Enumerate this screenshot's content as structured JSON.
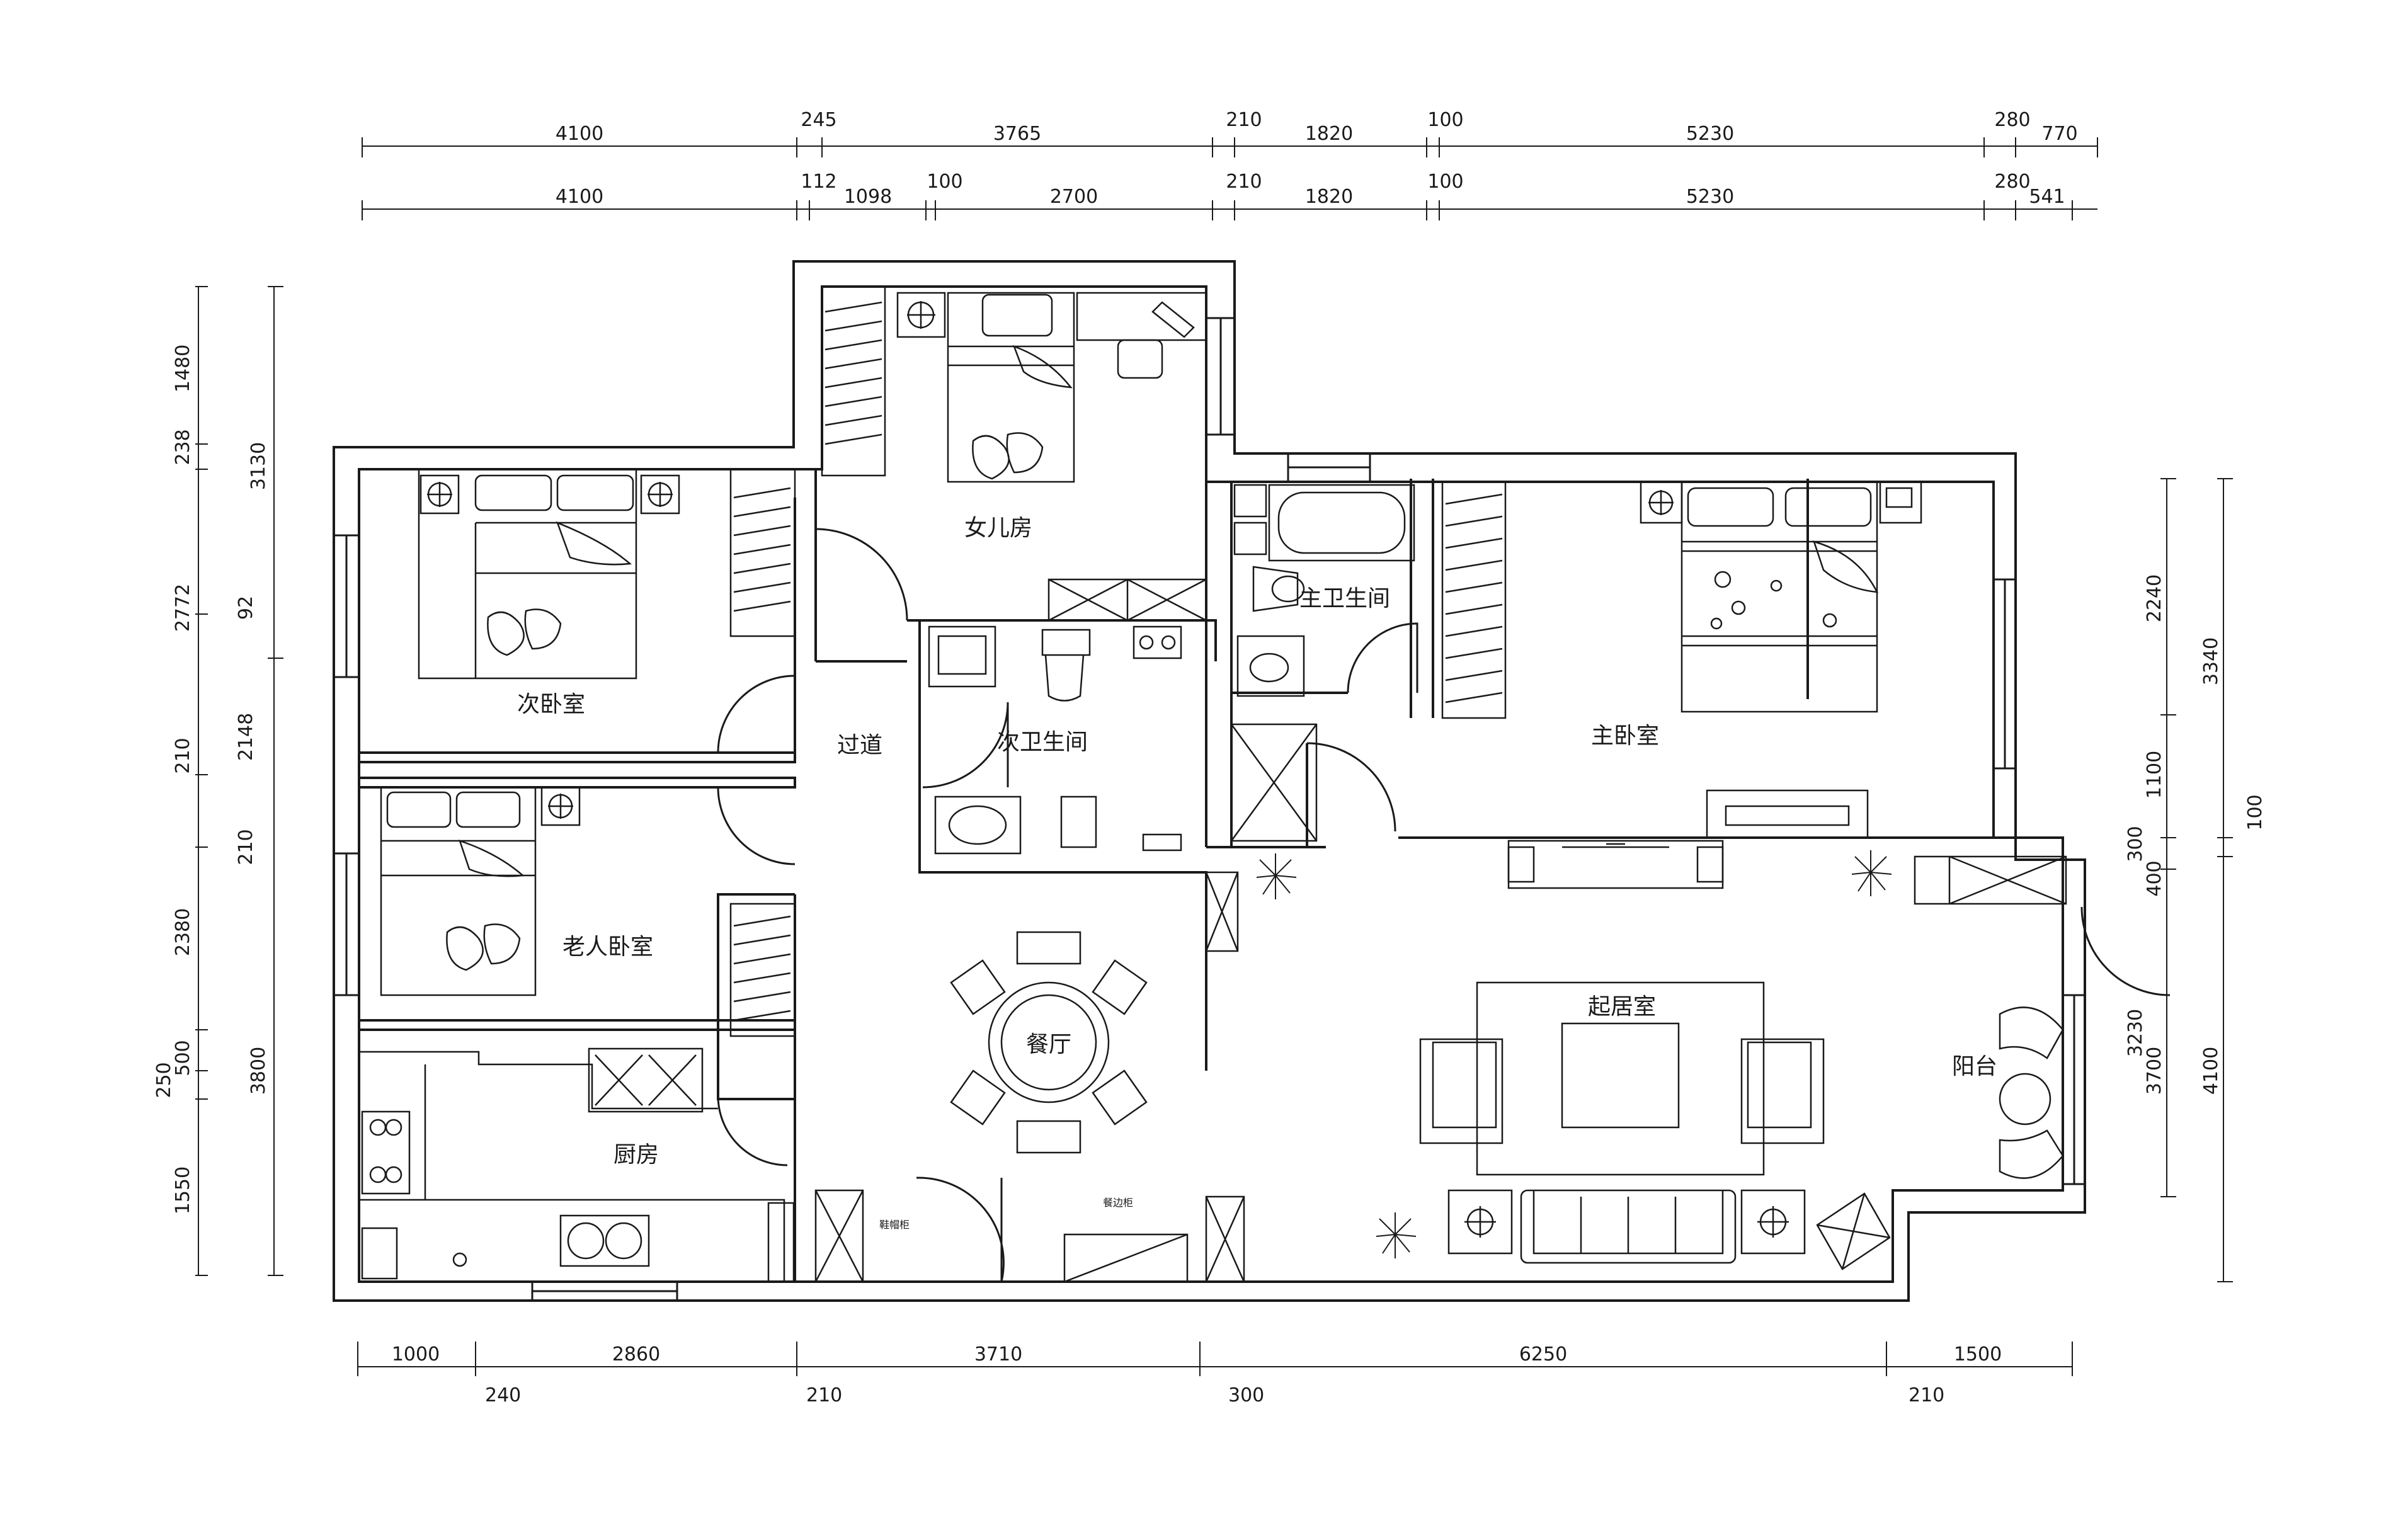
{
  "rooms": {
    "second_bedroom": "次卧室",
    "elderly_bedroom": "老人卧室",
    "kitchen": "厨房",
    "corridor": "过道",
    "daughter_room": "女儿房",
    "second_bathroom": "次卫生间",
    "dining": "餐厅",
    "master_bathroom": "主卫生间",
    "master_bedroom": "主卧室",
    "living_room": "起居室",
    "balcony": "阳台"
  },
  "labels": {
    "shoe_cabinet": "鞋帽柜",
    "sideboard": "餐边柜"
  },
  "dims": {
    "top_row1": [
      "4100",
      "245",
      "3765",
      "210",
      "1820",
      "100",
      "5230",
      "280",
      "770"
    ],
    "top_row2": [
      "4100",
      "112",
      "1098",
      "100",
      "2700",
      "210",
      "1820",
      "100",
      "5230",
      "280",
      "541"
    ],
    "left_outer": [
      "1480",
      "238",
      "2772",
      "92",
      "2148",
      "210",
      "210",
      "2380",
      "500",
      "250",
      "1550"
    ],
    "left_inner": [
      "3130",
      "3800"
    ],
    "right_inner": [
      "2240",
      "1100",
      "300",
      "400",
      "3230",
      "3700"
    ],
    "right_outer": [
      "3340",
      "100",
      "4100"
    ],
    "bottom_row1": [
      "1000",
      "2860",
      "3710",
      "6250",
      "1500"
    ],
    "bottom_row2": [
      "240",
      "210",
      "300",
      "210"
    ]
  },
  "colors": {
    "line": "#1a1a1a",
    "background": "#ffffff"
  }
}
